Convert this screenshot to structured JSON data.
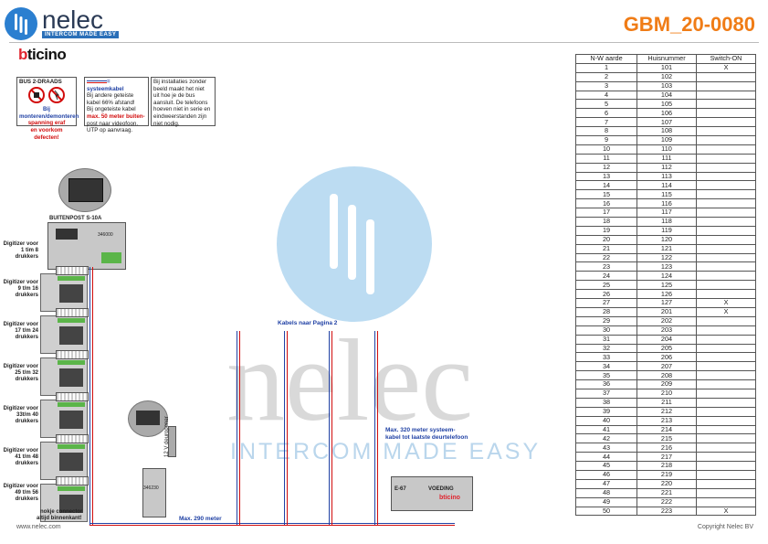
{
  "brand": {
    "name": "nelec",
    "tagline": "INTERCOM MADE EASY",
    "partner": "bticino",
    "doc_code": "GBM_20-0080"
  },
  "watermark": {
    "word": "nelec",
    "tagline": "INTERCOM MADE EASY"
  },
  "notes": {
    "bus_title": "BUS 2-DRAADS",
    "bus_warning_1": "Bij monteren/demonteren",
    "bus_warning_2": "spanning eraf",
    "bus_warning_3": "en voorkom defecten!",
    "cable_1": "= systeemkabel",
    "cable_2": "Bij andere geteiste",
    "cable_3": "kabel 66% afstand!",
    "cable_4": "Bij ongeteiste kabel",
    "cable_5": "max. 50 meter buiten-",
    "cable_6": "post naar videofoon.",
    "cable_7": "UTP op aanvraag.",
    "install_1": "Bij installaties zonder",
    "install_2": "beeld maakt het niet",
    "install_3": "uit hoe je de bus",
    "install_4": "aansluit. De telefoons",
    "install_5": "hoeven niet in serie en",
    "install_6": "eindweerstanden zijn",
    "install_7": "niet nodig."
  },
  "diagram": {
    "outdoor_panel": "BUITENPOST S-10A",
    "module_code": "346000",
    "digitizers": [
      {
        "label": "Digitizer voor 1 tim 8 drukkers"
      },
      {
        "label": "Digitizer voor 9 t/m 16 drukkers"
      },
      {
        "label": "Digitizer voor 17 t/m 24 drukkers"
      },
      {
        "label": "Digitizer voor 25 t/m 32 drukkers"
      },
      {
        "label": "Digitizer voor 33t/m 40 drukkers"
      },
      {
        "label": "Digitizer voor 41 t/m 48 drukkers"
      },
      {
        "label": "Digitizer voor 49 t/m 56 drukkers"
      }
    ],
    "connector_note_1": "nokje connector",
    "connector_note_2": "altijd binnenkant!",
    "door_opener": "12 V deuropener",
    "interface_code": "346230",
    "max_290": "Max. 290 meter",
    "cables_page2": "Kabels naar Pagina 2",
    "max_320_1": "Max. 320 meter systeem-",
    "max_320_2": "kabel tot laatste deurtelefoon",
    "psu_model": "E-67",
    "psu_label": "VOEDING",
    "psu_brand": "bticino"
  },
  "table": {
    "headers": [
      "N-W aarde",
      "Huisnummer",
      "Switch-ON"
    ],
    "rows": [
      [
        "1",
        "101",
        "X"
      ],
      [
        "2",
        "102",
        ""
      ],
      [
        "3",
        "103",
        ""
      ],
      [
        "4",
        "104",
        ""
      ],
      [
        "5",
        "105",
        ""
      ],
      [
        "6",
        "106",
        ""
      ],
      [
        "7",
        "107",
        ""
      ],
      [
        "8",
        "108",
        ""
      ],
      [
        "9",
        "109",
        ""
      ],
      [
        "10",
        "110",
        ""
      ],
      [
        "11",
        "111",
        ""
      ],
      [
        "12",
        "112",
        ""
      ],
      [
        "13",
        "113",
        ""
      ],
      [
        "14",
        "114",
        ""
      ],
      [
        "15",
        "115",
        ""
      ],
      [
        "16",
        "116",
        ""
      ],
      [
        "17",
        "117",
        ""
      ],
      [
        "18",
        "118",
        ""
      ],
      [
        "19",
        "119",
        ""
      ],
      [
        "20",
        "120",
        ""
      ],
      [
        "21",
        "121",
        ""
      ],
      [
        "22",
        "122",
        ""
      ],
      [
        "23",
        "123",
        ""
      ],
      [
        "24",
        "124",
        ""
      ],
      [
        "25",
        "125",
        ""
      ],
      [
        "26",
        "126",
        ""
      ],
      [
        "27",
        "127",
        "X"
      ],
      [
        "28",
        "201",
        "X"
      ],
      [
        "29",
        "202",
        ""
      ],
      [
        "30",
        "203",
        ""
      ],
      [
        "31",
        "204",
        ""
      ],
      [
        "32",
        "205",
        ""
      ],
      [
        "33",
        "206",
        ""
      ],
      [
        "34",
        "207",
        ""
      ],
      [
        "35",
        "208",
        ""
      ],
      [
        "36",
        "209",
        ""
      ],
      [
        "37",
        "210",
        ""
      ],
      [
        "38",
        "211",
        ""
      ],
      [
        "39",
        "212",
        ""
      ],
      [
        "40",
        "213",
        ""
      ],
      [
        "41",
        "214",
        ""
      ],
      [
        "42",
        "215",
        ""
      ],
      [
        "43",
        "216",
        ""
      ],
      [
        "44",
        "217",
        ""
      ],
      [
        "45",
        "218",
        ""
      ],
      [
        "46",
        "219",
        ""
      ],
      [
        "47",
        "220",
        ""
      ],
      [
        "48",
        "221",
        ""
      ],
      [
        "49",
        "222",
        ""
      ],
      [
        "50",
        "223",
        "X"
      ]
    ]
  },
  "footer": {
    "left": "www.nelec.com",
    "right": "Copyright Nelec BV"
  }
}
